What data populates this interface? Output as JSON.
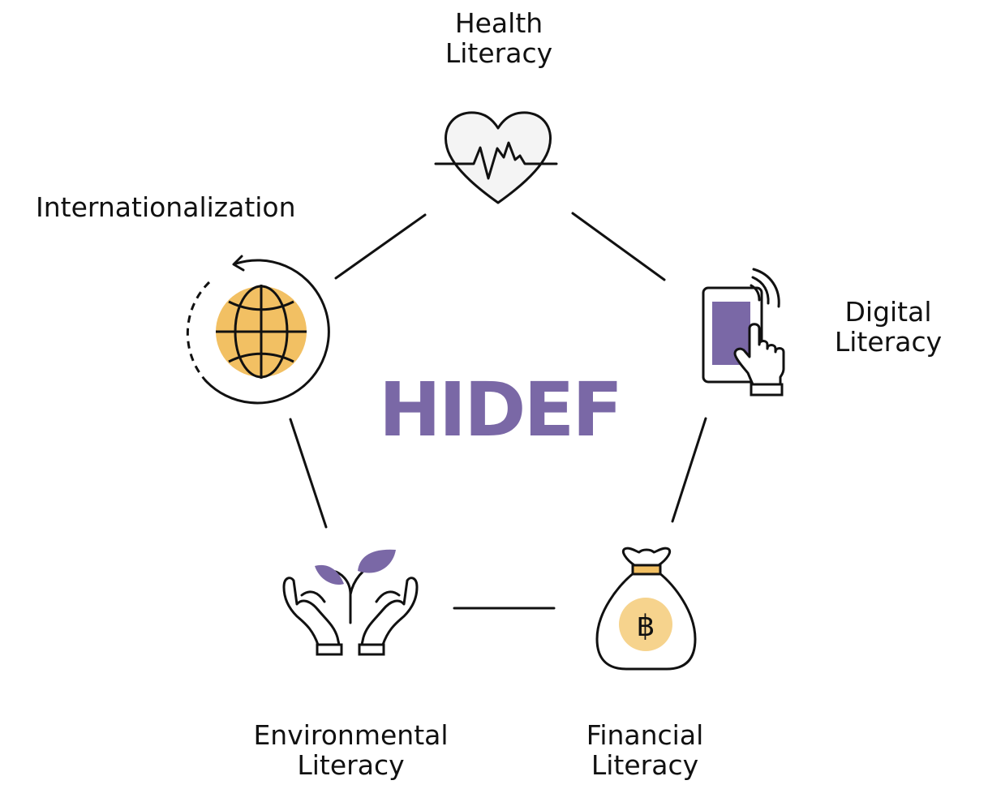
{
  "title": "HIDEF",
  "colors": {
    "accent_purple": "#7a68a6",
    "accent_gold": "#f2c063",
    "light_gold": "#f6d38d",
    "heart_fill": "#f4f4f4",
    "stroke": "#111111"
  },
  "nodes": [
    {
      "id": "health",
      "lines": [
        "Health",
        "Literacy"
      ],
      "icon": "heart-pulse-icon"
    },
    {
      "id": "digital",
      "lines": [
        "Digital",
        "Literacy"
      ],
      "icon": "tablet-touch-icon"
    },
    {
      "id": "financial",
      "lines": [
        "Financial",
        "Literacy"
      ],
      "icon": "money-bag-icon"
    },
    {
      "id": "environmental",
      "lines": [
        "Environmental",
        "Literacy"
      ],
      "icon": "hands-sprout-icon"
    },
    {
      "id": "international",
      "lines": [
        "Internationalization"
      ],
      "icon": "globe-cycle-icon"
    }
  ],
  "money_symbol": "฿"
}
